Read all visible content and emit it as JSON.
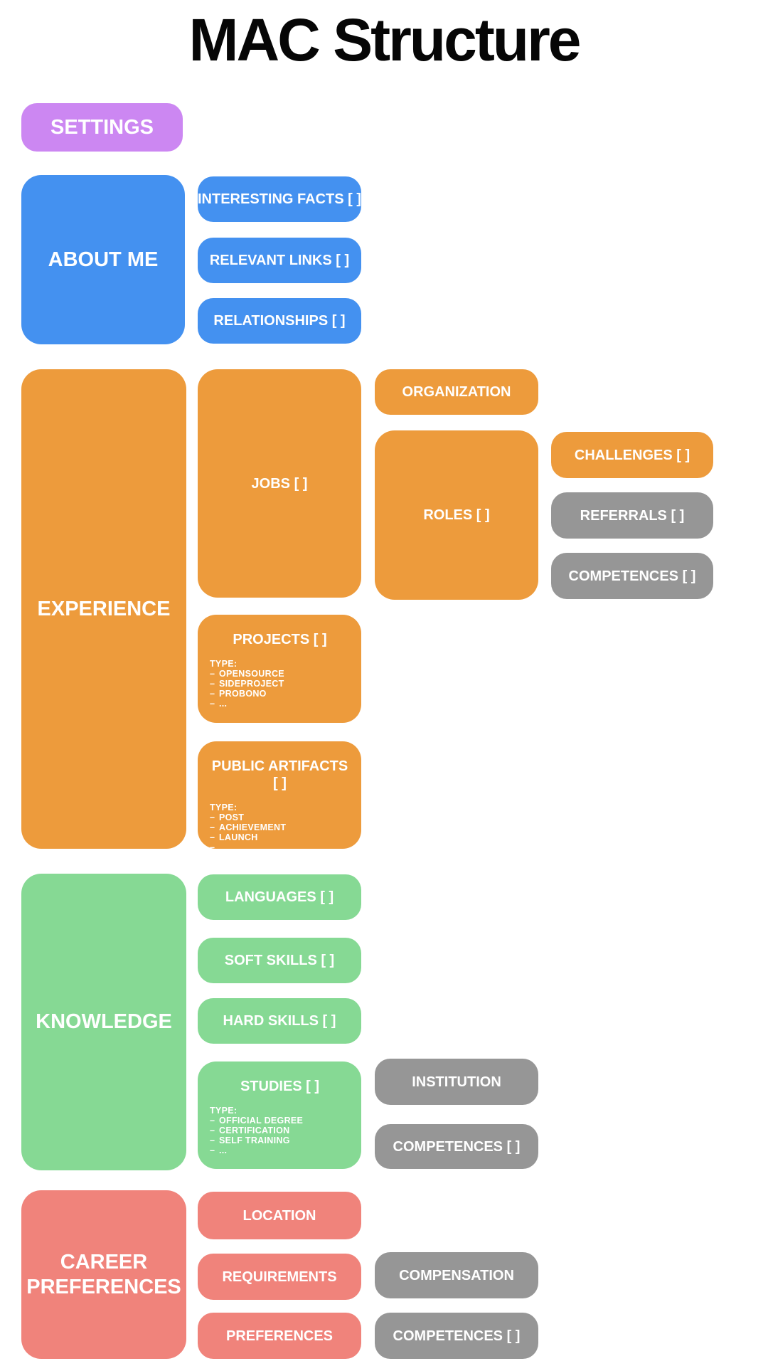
{
  "title": "MAC Structure",
  "list_bullet": "–",
  "colors": {
    "purple": "#cc87f2",
    "blue": "#4491f0",
    "orange": "#ed9b3c",
    "green": "#86d994",
    "salmon": "#f0837b",
    "gray": "#969696",
    "page-bg": "#ffffff",
    "title-color": "#060606"
  },
  "settings": {
    "label": "SETTINGS"
  },
  "about_me": {
    "label": "ABOUT ME",
    "children": [
      {
        "label": "INTERESTING FACTS [ ]"
      },
      {
        "label": "RELEVANT LINKS [ ]"
      },
      {
        "label": "RELATIONSHIPS [ ]"
      }
    ]
  },
  "experience": {
    "label": "EXPERIENCE",
    "jobs": {
      "label": "JOBS [ ]"
    },
    "organization": {
      "label": "ORGANIZATION"
    },
    "roles": {
      "label": "ROLES [ ]"
    },
    "challenges": {
      "label": "CHALLENGES [ ]"
    },
    "referrals": {
      "label": "REFERRALS [ ]"
    },
    "competences": {
      "label": "COMPETENCES [ ]"
    },
    "projects": {
      "label": "PROJECTS [ ]",
      "type_heading": "TYPE:",
      "types": [
        "OPENSOURCE",
        "SIDEPROJECT",
        "PROBONO",
        "..."
      ]
    },
    "public_artifacts": {
      "label": "PUBLIC ARTIFACTS [ ]",
      "type_heading": "TYPE:",
      "types": [
        "POST",
        "ACHIEVEMENT",
        "LAUNCH",
        "..."
      ]
    }
  },
  "knowledge": {
    "label": "KNOWLEDGE",
    "children": [
      {
        "label": "LANGUAGES [ ]"
      },
      {
        "label": "SOFT SKILLS [ ]"
      },
      {
        "label": "HARD SKILLS [ ]"
      }
    ],
    "studies": {
      "label": "STUDIES [ ]",
      "type_heading": "TYPE:",
      "types": [
        "OFFICIAL DEGREE",
        "CERTIFICATION",
        "SELF TRAINING",
        "..."
      ]
    },
    "institution": {
      "label": "INSTITUTION"
    },
    "competences": {
      "label": "COMPETENCES [ ]"
    }
  },
  "career_preferences": {
    "label": "CAREER PREFERENCES",
    "children": [
      {
        "label": "LOCATION"
      },
      {
        "label": "REQUIREMENTS"
      },
      {
        "label": "PREFERENCES"
      }
    ],
    "compensation": {
      "label": "COMPENSATION"
    },
    "competences": {
      "label": "COMPETENCES [ ]"
    }
  }
}
